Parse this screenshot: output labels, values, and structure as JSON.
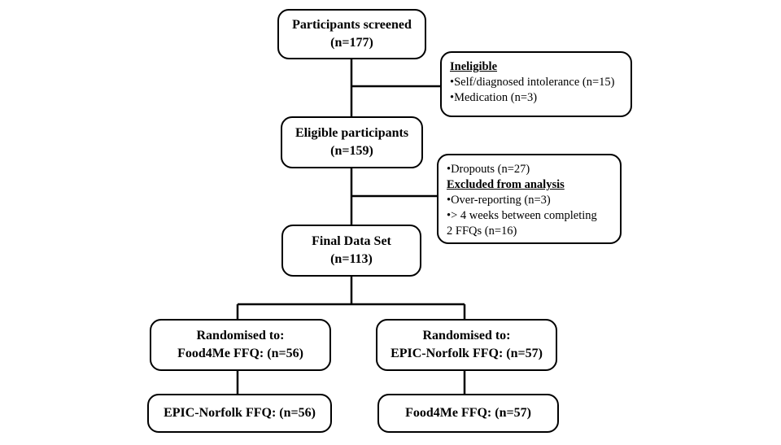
{
  "screened": {
    "title": "Participants screened",
    "count": "(n=177)"
  },
  "ineligible": {
    "heading": "Ineligible",
    "items": [
      "•Self/diagnosed intolerance (n=15)",
      "•Medication (n=3)"
    ]
  },
  "eligible": {
    "title": "Eligible participants",
    "count": "(n=159)"
  },
  "excluded": {
    "dropouts": "•Dropouts (n=27)",
    "heading": "Excluded from analysis",
    "items": [
      "•Over-reporting (n=3)",
      "•> 4 weeks between completing",
      "2 FFQs (n=16)"
    ]
  },
  "final": {
    "title": "Final Data Set",
    "count": "(n=113)"
  },
  "left_arm": {
    "title": "Randomised to:",
    "first": "Food4Me FFQ: (n=56)",
    "second": "EPIC-Norfolk FFQ: (n=56)"
  },
  "right_arm": {
    "title": "Randomised to:",
    "first": "EPIC-Norfolk FFQ: (n=57)",
    "second": "Food4Me FFQ: (n=57)"
  }
}
